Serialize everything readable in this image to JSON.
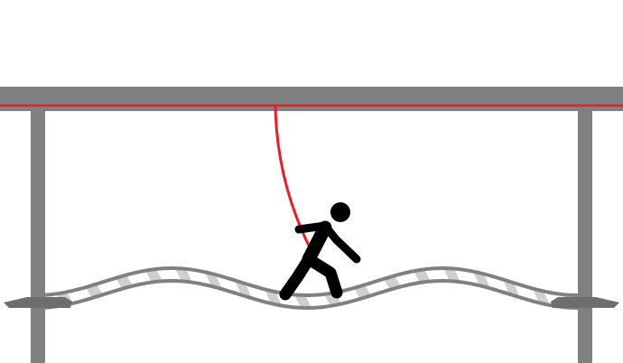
{
  "colors": {
    "structure": "#808080",
    "platform": "#6e6e6e",
    "slat": "#cfcfcf",
    "rope": "#ed1c24",
    "figure": "#000000",
    "background": "#ffffff"
  },
  "icons": [
    "rope-bridge",
    "walking-person",
    "safety-line"
  ]
}
